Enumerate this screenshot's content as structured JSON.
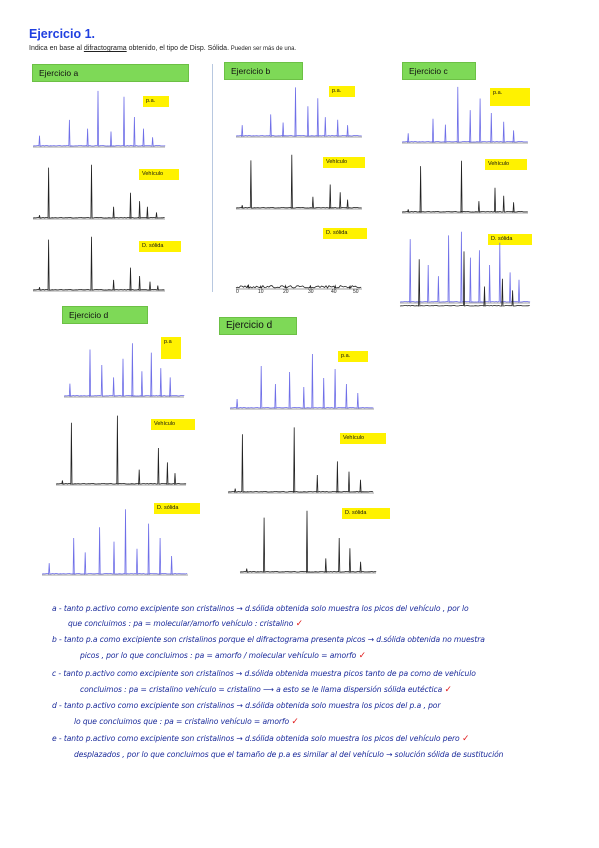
{
  "doc": {
    "title": "Ejercicio 1.",
    "subtitle_pre": "Indica en base al ",
    "subtitle_link": "difractograma",
    "subtitle_post": " obtenido, el tipo de Disp. Sólida.",
    "subtitle_small": " Pueden ser más de una."
  },
  "panels": {
    "a": {
      "header": "Ejercicio a",
      "pa": "p.a.",
      "veh": "Vehículo",
      "ds": "D. sólida"
    },
    "b": {
      "header": "Ejercicio b",
      "pa": "p.a.",
      "veh": "Vehículo",
      "ds": "D. sólida",
      "ticks": [
        "0",
        "10",
        "20",
        "30",
        "40",
        "50"
      ]
    },
    "c": {
      "header": "Ejercicio c",
      "pa": "p.a.",
      "veh": "Vehículo",
      "ds": "D. sólida"
    },
    "d": {
      "header": "Ejercicio d",
      "pa": "p.a",
      "veh": "Vehículo",
      "ds": "D. sólida"
    },
    "e": {
      "header": "Ejercicio d",
      "pa": "p.a.",
      "veh": "Vehículo",
      "ds": "D. sólida"
    }
  },
  "answers": [
    "a - tanto p.activo como excipiente son cristalinos → d.sólida obtenida solo muestra los picos del vehículo , por lo",
    "que concluimos : pa = molecular/amorfo   vehículo : cristalino",
    "b -  tanto p.a como excipiente son cristalinos porque el difractograma presenta picos  → d.sólida obtenida no muestra",
    "picos , por lo que concluimos :  pa = amorfo / molecular     vehículo = amorfo",
    "c -  tanto p.activo como excipiente son cristalinos →  d.sólida obtenida muestra picos tanto de pa como de vehículo",
    "concluimos :  pa = cristalino  vehículo = cristalino  ⟶ a esto se le llama dispersión sólida eutéctica",
    "d -  tanto p.activo como excipiente son cristalinos →  d.sólida obtenida solo muestra los picos del p.a  , por",
    "lo que concluimos que :  pa = cristalino   vehículo = amorfo",
    "e -  tanto p.activo como excipiente son cristalinos →  d.sólida obtenida solo muestra los picos del vehículo pero",
    "desplazados , por lo que concluimos  que el tamaño de p.a es similar al del vehículo → solución sólida de sustitución"
  ],
  "colors": {
    "blue_trace": "#6f6fe8",
    "black_trace": "#222222",
    "header_green": "#7ed957",
    "tag_yellow": "#fff200",
    "ink": "#1a2a9a",
    "check": "#e01b1b"
  }
}
